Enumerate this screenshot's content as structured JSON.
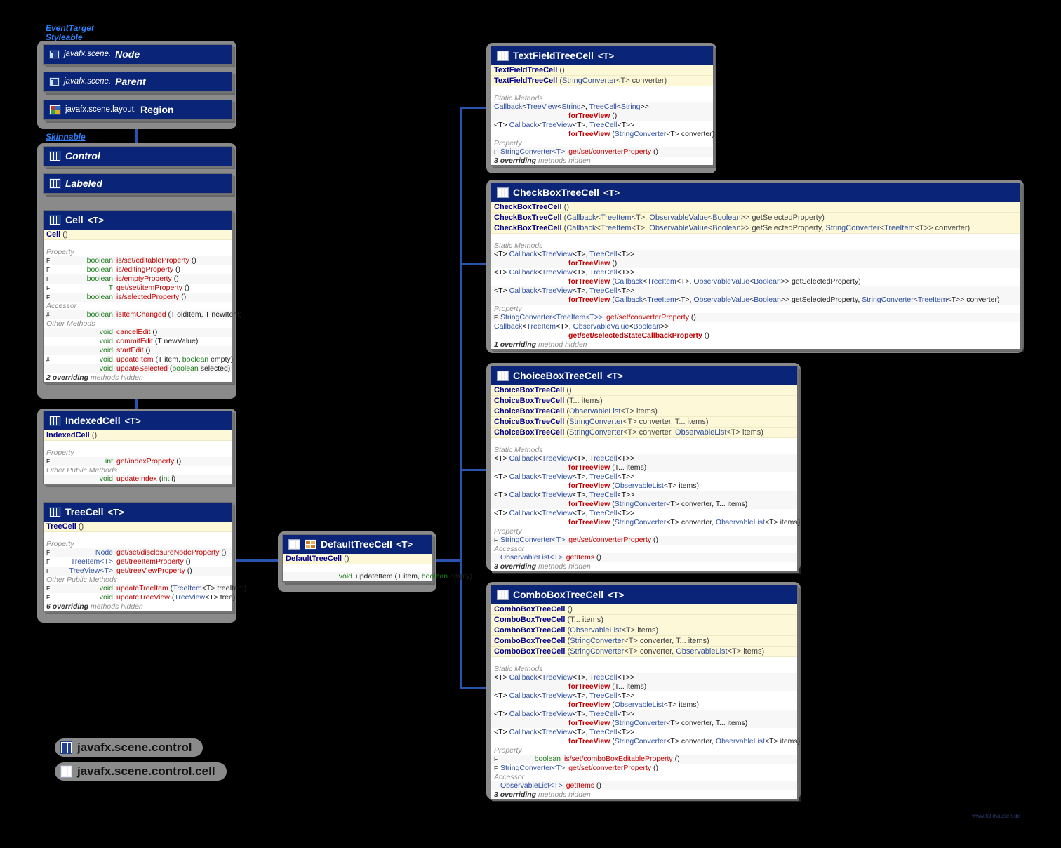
{
  "meta": {
    "watermark": "www.falkhausen.de"
  },
  "interfaces": [
    {
      "id": "eventtarget",
      "label": "EventTarget"
    },
    {
      "id": "styleable",
      "label": "Styleable"
    },
    {
      "id": "skinnable",
      "label": "Skinnable"
    }
  ],
  "legend": [
    {
      "icon": "control-icon",
      "label": "javafx.scene.control"
    },
    {
      "icon": "cell-icon",
      "label": "javafx.scene.control.cell"
    }
  ],
  "classes": {
    "node": {
      "pkg": "javafx.scene.",
      "name": "Node",
      "icon": "node-icon"
    },
    "parent": {
      "pkg": "javafx.scene.",
      "name": "Parent",
      "icon": "node-icon"
    },
    "region": {
      "pkg": "javafx.scene.layout.",
      "name": "Region",
      "icon": "region-icon"
    },
    "control": {
      "pkg": "",
      "name": "Control",
      "icon": "control-icon"
    },
    "labeled": {
      "pkg": "",
      "name": "Labeled",
      "icon": "control-icon"
    },
    "cell": {
      "name": "Cell",
      "generic": "<T>",
      "icon": "control-icon",
      "ctors": [
        {
          "name": "Cell",
          "args": "()"
        }
      ],
      "sections": [
        {
          "title": "Property",
          "rows": [
            {
              "vis": "F",
              "type": "boolean",
              "typeLink": false,
              "member": "is/set/editableProperty",
              "args": "()"
            },
            {
              "vis": "F",
              "type": "boolean",
              "typeLink": false,
              "member": "is/editingProperty",
              "args": "()"
            },
            {
              "vis": "F",
              "type": "boolean",
              "typeLink": false,
              "member": "is/emptyProperty",
              "args": "()"
            },
            {
              "vis": "F",
              "type": "T",
              "typeLink": false,
              "member": "get/set/itemProperty",
              "args": "()"
            },
            {
              "vis": "F",
              "type": "boolean",
              "typeLink": false,
              "member": "is/selectedProperty",
              "args": "()"
            }
          ]
        },
        {
          "title": "Accessor",
          "rows": [
            {
              "vis": "#",
              "type": "boolean",
              "typeLink": false,
              "member": "isItemChanged",
              "args": "(T oldItem, T newItem)"
            }
          ]
        },
        {
          "title": "Other Methods",
          "rows": [
            {
              "vis": "",
              "type": "void",
              "typeLink": false,
              "member": "cancelEdit",
              "args": "()"
            },
            {
              "vis": "",
              "type": "void",
              "typeLink": false,
              "member": "commitEdit",
              "args": "(T newValue)"
            },
            {
              "vis": "",
              "type": "void",
              "typeLink": false,
              "member": "startEdit",
              "args": "()"
            },
            {
              "vis": "#",
              "type": "void",
              "typeLink": false,
              "member": "updateItem",
              "args": "(T item, boolean empty)"
            },
            {
              "vis": "",
              "type": "void",
              "typeLink": false,
              "member": "updateSelected",
              "args": "(boolean selected)"
            }
          ]
        }
      ],
      "hidden": "2 overriding methods hidden"
    },
    "indexedcell": {
      "name": "IndexedCell",
      "generic": "<T>",
      "icon": "control-icon",
      "ctors": [
        {
          "name": "IndexedCell",
          "args": "()"
        }
      ],
      "sections": [
        {
          "title": "Property",
          "rows": [
            {
              "vis": "F",
              "type": "int",
              "typeLink": false,
              "member": "get/indexProperty",
              "args": "()"
            }
          ]
        },
        {
          "title": "Other Public Methods",
          "rows": [
            {
              "vis": "",
              "type": "void",
              "typeLink": false,
              "member": "updateIndex",
              "args": "(int i)"
            }
          ]
        }
      ],
      "hidden": ""
    },
    "treecell": {
      "name": "TreeCell",
      "generic": "<T>",
      "icon": "control-icon",
      "ctors": [
        {
          "name": "TreeCell",
          "args": "()"
        }
      ],
      "sections": [
        {
          "title": "Property",
          "rows": [
            {
              "vis": "F",
              "type": "Node",
              "typeLink": true,
              "member": "get/set/disclosureNodeProperty",
              "args": "()"
            },
            {
              "vis": "F",
              "type": "TreeItem<T>",
              "typeLink": true,
              "member": "get/treeItemProperty",
              "args": "()"
            },
            {
              "vis": "F",
              "type": "TreeView<T>",
              "typeLink": true,
              "member": "get/treeViewProperty",
              "args": "()"
            }
          ]
        },
        {
          "title": "Other Public Methods",
          "rows": [
            {
              "vis": "F",
              "type": "void",
              "typeLink": false,
              "member": "updateTreeItem",
              "args": "(TreeItem<T> treeItem)"
            },
            {
              "vis": "F",
              "type": "void",
              "typeLink": false,
              "member": "updateTreeView",
              "args": "(TreeView<T> tree)"
            }
          ]
        }
      ],
      "hidden": "6 overriding methods hidden"
    },
    "defaulttreecell": {
      "name": "DefaultTreeCell",
      "generic": "<T>",
      "icon": "cell-icon",
      "icon2": "region-icon",
      "ctors": [
        {
          "name": "DefaultTreeCell",
          "args": "()"
        }
      ],
      "sections": [
        {
          "title": "",
          "rows": [
            {
              "vis": "",
              "type": "void",
              "typeLink": false,
              "member": "updateItem",
              "args": "(T item, boolean empty)",
              "plainMember": true
            }
          ]
        }
      ],
      "hidden": ""
    },
    "textfieldtreecell": {
      "name": "TextFieldTreeCell",
      "generic": "<T>",
      "icon": "cell-icon",
      "ctors": [
        {
          "name": "TextFieldTreeCell",
          "args": "()"
        },
        {
          "name": "TextFieldTreeCell",
          "args": "(StringConverter<T> converter)"
        }
      ],
      "sections": [
        {
          "title": "Static Methods",
          "rows": [
            {
              "sig": "Callback<TreeView<String>, TreeCell<String>>",
              "member": "forTreeView",
              "args": "()"
            },
            {
              "sig": "<T> Callback<TreeView<T>, TreeCell<T>>",
              "member": "forTreeView",
              "args": "(StringConverter<T> converter)"
            }
          ]
        },
        {
          "title": "Property",
          "rows": [
            {
              "vis": "F",
              "type": "StringConverter<T>",
              "typeLink": true,
              "member": "get/set/converterProperty",
              "args": "()"
            }
          ]
        }
      ],
      "hidden": "3 overriding methods hidden"
    },
    "checkboxtreecell": {
      "name": "CheckBoxTreeCell",
      "generic": "<T>",
      "icon": "cell-icon",
      "ctors": [
        {
          "name": "CheckBoxTreeCell",
          "args": "()"
        },
        {
          "name": "CheckBoxTreeCell",
          "args": "(Callback<TreeItem<T>, ObservableValue<Boolean>> getSelectedProperty)"
        },
        {
          "name": "CheckBoxTreeCell",
          "args": "(Callback<TreeItem<T>, ObservableValue<Boolean>> getSelectedProperty, StringConverter<TreeItem<T>> converter)"
        }
      ],
      "sections": [
        {
          "title": "Static Methods",
          "rows": [
            {
              "sig": "<T> Callback<TreeView<T>, TreeCell<T>>",
              "member": "forTreeView",
              "args": "()"
            },
            {
              "sig": "<T> Callback<TreeView<T>, TreeCell<T>>",
              "member": "forTreeView",
              "args": "(Callback<TreeItem<T>, ObservableValue<Boolean>> getSelectedProperty)"
            },
            {
              "sig": "<T> Callback<TreeView<T>, TreeCell<T>>",
              "member": "forTreeView",
              "args": "(Callback<TreeItem<T>, ObservableValue<Boolean>> getSelectedProperty, StringConverter<TreeItem<T>> converter)"
            }
          ]
        },
        {
          "title": "Property",
          "rows": [
            {
              "vis": "F",
              "type": "StringConverter<TreeItem<T>>",
              "typeLink": true,
              "member": "get/set/converterProperty",
              "args": "()"
            },
            {
              "vis": "F",
              "sig": "Callback<TreeItem<T>, ObservableValue<Boolean>>",
              "member": "get/set/selectedStateCallbackProperty",
              "args": "()"
            }
          ]
        }
      ],
      "hidden": "1 overriding method hidden"
    },
    "choiceboxtreecell": {
      "name": "ChoiceBoxTreeCell",
      "generic": "<T>",
      "icon": "cell-icon",
      "ctors": [
        {
          "name": "ChoiceBoxTreeCell",
          "args": "()"
        },
        {
          "name": "ChoiceBoxTreeCell",
          "args": "(T... items)"
        },
        {
          "name": "ChoiceBoxTreeCell",
          "args": "(ObservableList<T> items)"
        },
        {
          "name": "ChoiceBoxTreeCell",
          "args": "(StringConverter<T> converter, T... items)"
        },
        {
          "name": "ChoiceBoxTreeCell",
          "args": "(StringConverter<T> converter, ObservableList<T> items)"
        }
      ],
      "sections": [
        {
          "title": "Static Methods",
          "rows": [
            {
              "sig": "<T> Callback<TreeView<T>, TreeCell<T>>",
              "member": "forTreeView",
              "args": "(T... items)"
            },
            {
              "sig": "<T> Callback<TreeView<T>, TreeCell<T>>",
              "member": "forTreeView",
              "args": "(ObservableList<T> items)"
            },
            {
              "sig": "<T> Callback<TreeView<T>, TreeCell<T>>",
              "member": "forTreeView",
              "args": "(StringConverter<T> converter, T... items)"
            },
            {
              "sig": "<T> Callback<TreeView<T>, TreeCell<T>>",
              "member": "forTreeView",
              "args": "(StringConverter<T> converter, ObservableList<T> items)"
            }
          ]
        },
        {
          "title": "Property",
          "rows": [
            {
              "vis": "F",
              "type": "StringConverter<T>",
              "typeLink": true,
              "member": "get/set/converterProperty",
              "args": "()"
            }
          ]
        },
        {
          "title": "Accessor",
          "rows": [
            {
              "vis": "",
              "type": "ObservableList<T>",
              "typeLink": true,
              "member": "getItems",
              "args": "()"
            }
          ]
        }
      ],
      "hidden": "3 overriding methods hidden"
    },
    "comboboxtreecell": {
      "name": "ComboBoxTreeCell",
      "generic": "<T>",
      "icon": "cell-icon",
      "ctors": [
        {
          "name": "ComboBoxTreeCell",
          "args": "()"
        },
        {
          "name": "ComboBoxTreeCell",
          "args": "(T... items)"
        },
        {
          "name": "ComboBoxTreeCell",
          "args": "(ObservableList<T> items)"
        },
        {
          "name": "ComboBoxTreeCell",
          "args": "(StringConverter<T> converter, T... items)"
        },
        {
          "name": "ComboBoxTreeCell",
          "args": "(StringConverter<T> converter, ObservableList<T> items)"
        }
      ],
      "sections": [
        {
          "title": "Static Methods",
          "rows": [
            {
              "sig": "<T> Callback<TreeView<T>, TreeCell<T>>",
              "member": "forTreeView",
              "args": "(T... items)"
            },
            {
              "sig": "<T> Callback<TreeView<T>, TreeCell<T>>",
              "member": "forTreeView",
              "args": "(ObservableList<T> items)"
            },
            {
              "sig": "<T> Callback<TreeView<T>, TreeCell<T>>",
              "member": "forTreeView",
              "args": "(StringConverter<T> converter, T... items)"
            },
            {
              "sig": "<T> Callback<TreeView<T>, TreeCell<T>>",
              "member": "forTreeView",
              "args": "(StringConverter<T> converter, ObservableList<T> items)"
            }
          ]
        },
        {
          "title": "Property",
          "rows": [
            {
              "vis": "F",
              "type": "boolean",
              "typeLink": false,
              "member": "is/set/comboBoxEditableProperty",
              "args": "()"
            },
            {
              "vis": "F",
              "type": "StringConverter<T>",
              "typeLink": true,
              "member": "get/set/converterProperty",
              "args": "()"
            }
          ]
        },
        {
          "title": "Accessor",
          "rows": [
            {
              "vis": "",
              "type": "ObservableList<T>",
              "typeLink": true,
              "member": "getItems",
              "args": "()"
            }
          ]
        }
      ],
      "hidden": "3 overriding methods hidden"
    }
  }
}
